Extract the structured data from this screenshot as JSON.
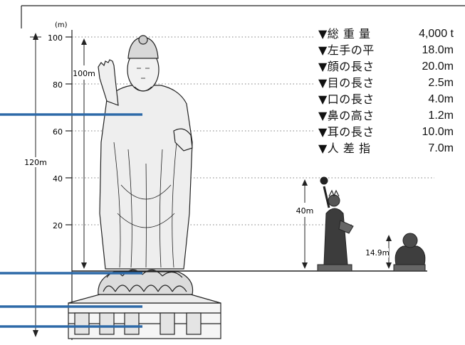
{
  "axis": {
    "unit": "(m)",
    "ticks": [
      100,
      80,
      60,
      40,
      20
    ]
  },
  "dimensions": {
    "total_height": "120m",
    "statue_height": "100m",
    "liberty_height": "40m",
    "kamakura_height": "14.9m"
  },
  "specs": [
    {
      "label": "▼総 重 量",
      "value": "4,000 t"
    },
    {
      "label": "▼左手の平",
      "value": "18.0m"
    },
    {
      "label": "▼顔の長さ",
      "value": "20.0m"
    },
    {
      "label": "▼目の長さ",
      "value": "2.5m"
    },
    {
      "label": "▼口の長さ",
      "value": "4.0m"
    },
    {
      "label": "▼鼻の高さ",
      "value": "1.2m"
    },
    {
      "label": "▼耳の長さ",
      "value": "10.0m"
    },
    {
      "label": "▼人 差 指",
      "value": "7.0m"
    }
  ],
  "colors": {
    "line": "#222222",
    "pointer": "#2e6aa8",
    "gridline": "#666666"
  }
}
